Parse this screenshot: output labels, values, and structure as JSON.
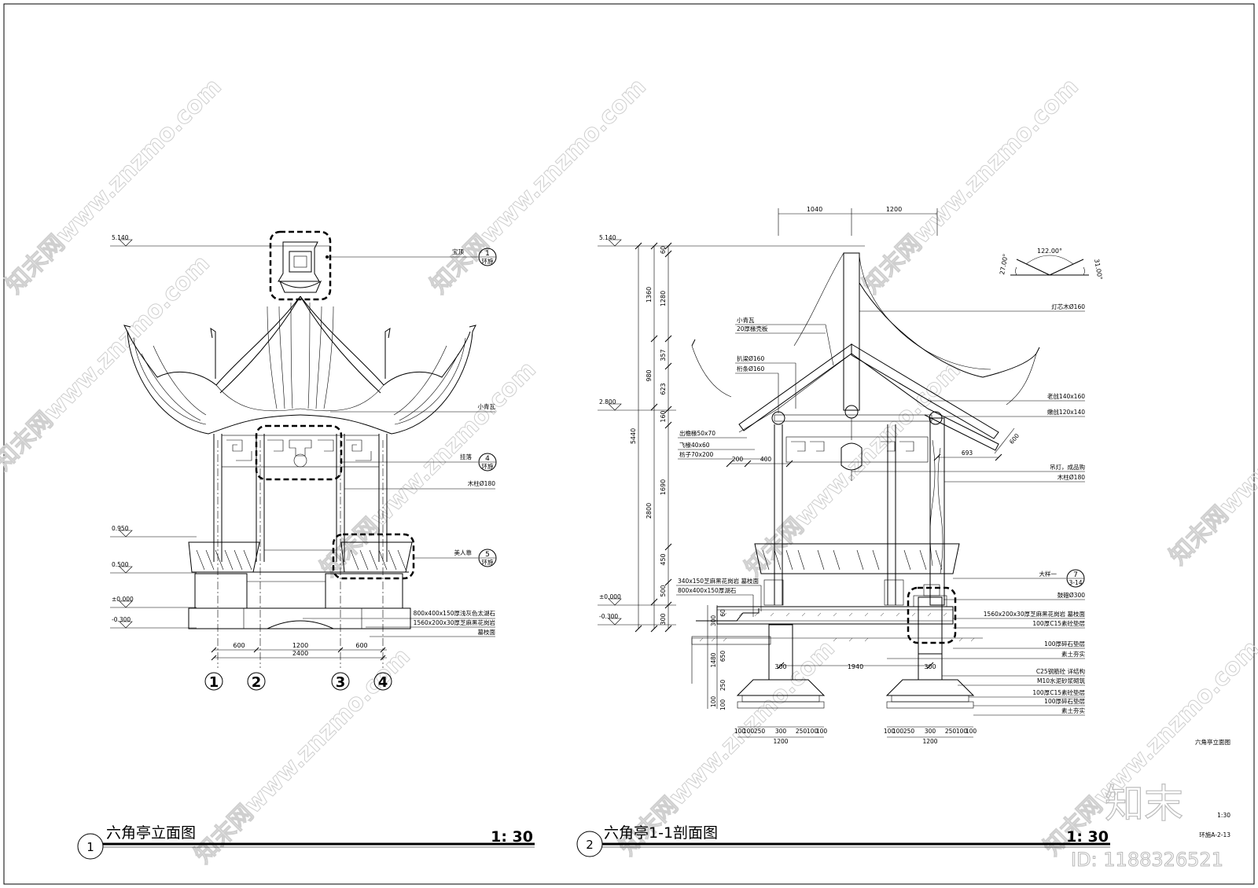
{
  "drawing_1": {
    "title": "六角亭立面图",
    "number": "1",
    "scale": "1: 30",
    "elevations": [
      "5.140",
      "0.950",
      "0.500",
      "±0.000",
      "-0.300"
    ],
    "callouts": [
      {
        "label": "宝顶",
        "ref": "1",
        "sheet": "环施"
      },
      {
        "label": "小青瓦",
        "ref": "",
        "sheet": ""
      },
      {
        "label": "挂落",
        "ref": "4",
        "sheet": "环施"
      },
      {
        "label": "木柱Ø180",
        "ref": "",
        "sheet": ""
      },
      {
        "label": "美人靠",
        "ref": "5",
        "sheet": "环施"
      }
    ],
    "notes": [
      "800x400x150厚浅灰色太湖石",
      "1560x200x30厚芝麻黑花岗岩",
      "墓枝面"
    ],
    "dims": [
      "600",
      "1200",
      "600",
      "2400"
    ],
    "axes": [
      "1",
      "2",
      "3",
      "4"
    ]
  },
  "drawing_2": {
    "title": "六角亭1-1剖面图",
    "number": "2",
    "scale": "1: 30",
    "elevations": [
      "5.140",
      "2.800",
      "±0.000",
      "-0.300"
    ],
    "top_dims": [
      "1040",
      "1200"
    ],
    "vertical_dims": [
      "60",
      "1280",
      "357",
      "623",
      "160",
      "1690",
      "450",
      "500",
      "300",
      "1360",
      "980",
      "2800",
      "5440"
    ],
    "angles": [
      "122.00°",
      "27.00°",
      "31.00°"
    ],
    "left_notes": [
      "小青瓦",
      "20厚椽壳板",
      "扒梁Ø160",
      "桁条Ø160",
      "出檐椽50x70",
      "飞椽40x60",
      "枋子70x200",
      "340x150芝麻黑花岗岩 墓枝面",
      "800x400x150厚湖石"
    ],
    "right_notes": [
      "灯芯木Ø160",
      "老戗140x160",
      "嫩戗120x140",
      "吊灯，成品购",
      "木柱Ø180",
      "大样一",
      "鼓磴Ø300",
      "1560x200x30厚芝麻黑花岗岩 墓枝面",
      "100厚C15素砼垫层",
      "100厚碎石垫层",
      "素土夯实",
      "C25钢筋砼 详结构",
      "M10水泥砂浆砌筑",
      "100厚C15素砼垫层",
      "100厚碎石垫层",
      "素土夯实"
    ],
    "detail_ref": {
      "ref": "7",
      "sheet": "3-14"
    },
    "mid_dims": [
      "200",
      "400",
      "693",
      "600",
      "1940",
      "300",
      "300"
    ],
    "footing_dims": [
      "100",
      "100",
      "250",
      "300",
      "250",
      "100",
      "100",
      "1200"
    ],
    "left_dims": [
      "300",
      "60",
      "650",
      "1480",
      "250",
      "100",
      "100"
    ]
  },
  "sheet": {
    "caption": "六角亭立面图",
    "scale": "1:30",
    "sheet_no": "环施A-2-13"
  },
  "watermark": {
    "text": "知末网www.znzmo.com",
    "logo": "知末",
    "id": "ID: 1188326521"
  }
}
